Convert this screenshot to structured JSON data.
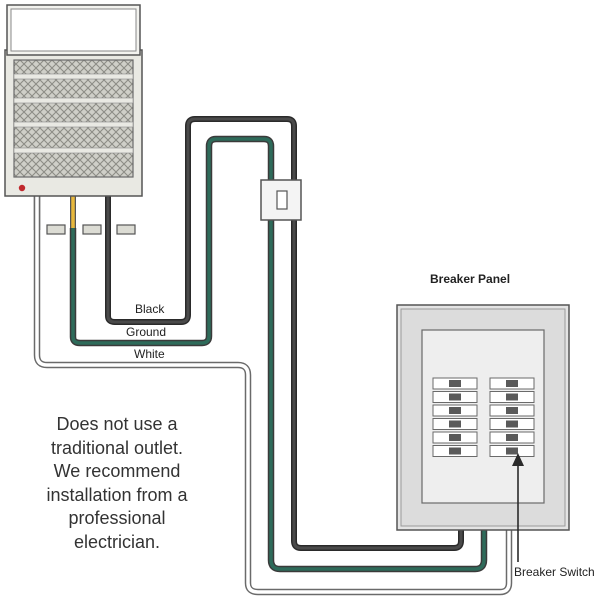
{
  "panel": {
    "title": "Breaker Panel"
  },
  "wires": {
    "black": {
      "label": "Black",
      "color": "#3a3a3a"
    },
    "ground": {
      "label": "Ground",
      "color": "#2e6b5a"
    },
    "white": {
      "label": "White",
      "color": "#ffffff"
    }
  },
  "breaker_switch": {
    "label": "Breaker Switch"
  },
  "note": {
    "lines": [
      "Does not use a",
      "traditional outlet.",
      "We recommend",
      "installation from a",
      "professional",
      "electrician."
    ]
  },
  "icons": [
    "heater-icon",
    "wall-switch-icon",
    "breaker-panel-icon",
    "arrow-icon"
  ],
  "colors": {
    "outline": "#555555",
    "heater_body": "#e9e9e3",
    "panel_body": "#e4e4e4",
    "indicator": "#c0282d",
    "live_wire": "#e8b83c"
  }
}
